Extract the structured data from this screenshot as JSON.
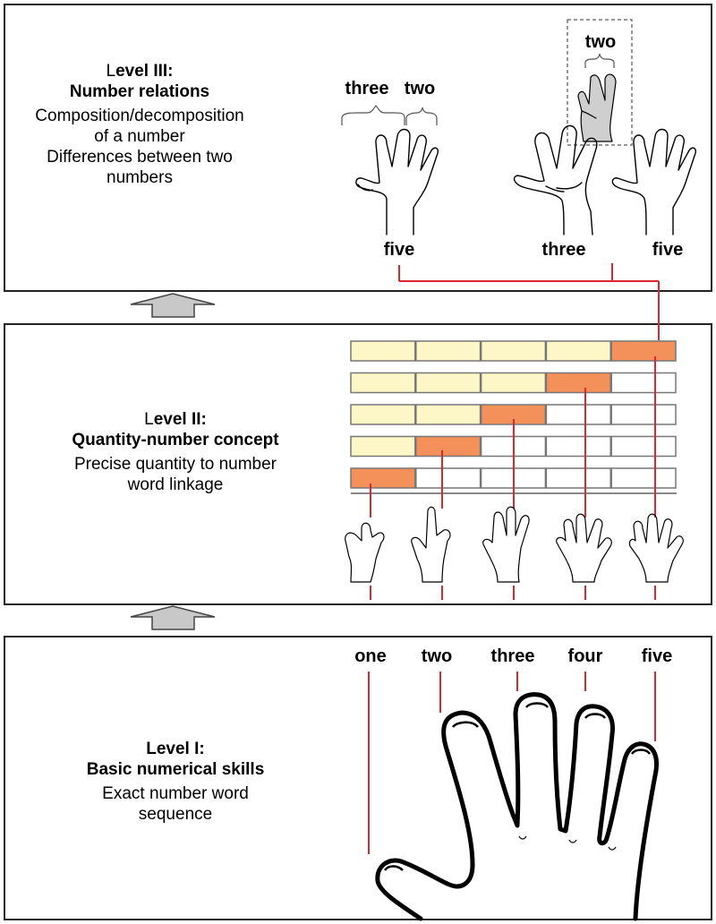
{
  "levels": {
    "level3": {
      "title_prefix": "L",
      "title_rest": "evel III:",
      "subtitle": "Number relations",
      "desc_lines": [
        "Composition/decomposition",
        "of a number",
        "Differences between two",
        "numbers"
      ],
      "labels": {
        "three": "three",
        "two": "two",
        "five_left": "five",
        "two_inset": "two",
        "three_mid": "three",
        "five_right": "five"
      }
    },
    "level2": {
      "title_prefix": "L",
      "title_rest": "evel II:",
      "subtitle": "Quantity-number concept",
      "desc_lines": [
        "Precise quantity to number",
        "word linkage"
      ],
      "bars": [
        {
          "row": 1,
          "filled": 4,
          "marker": 5
        },
        {
          "row": 2,
          "filled": 3,
          "marker": 4
        },
        {
          "row": 3,
          "filled": 2,
          "marker": 3
        },
        {
          "row": 4,
          "filled": 1,
          "marker": 2
        },
        {
          "row": 5,
          "filled": 0,
          "marker": 1
        }
      ]
    },
    "level1": {
      "title": "Level I:",
      "subtitle": "Basic numerical skills",
      "desc_lines": [
        "Exact number word",
        "sequence"
      ],
      "number_words": [
        "one",
        "two",
        "three",
        "four",
        "five"
      ]
    }
  },
  "colors": {
    "fill_light": "#fdf6c6",
    "fill_marker": "#f4905a",
    "line_red": "#e0262e",
    "arrow_gray": "#c8c8c8"
  }
}
